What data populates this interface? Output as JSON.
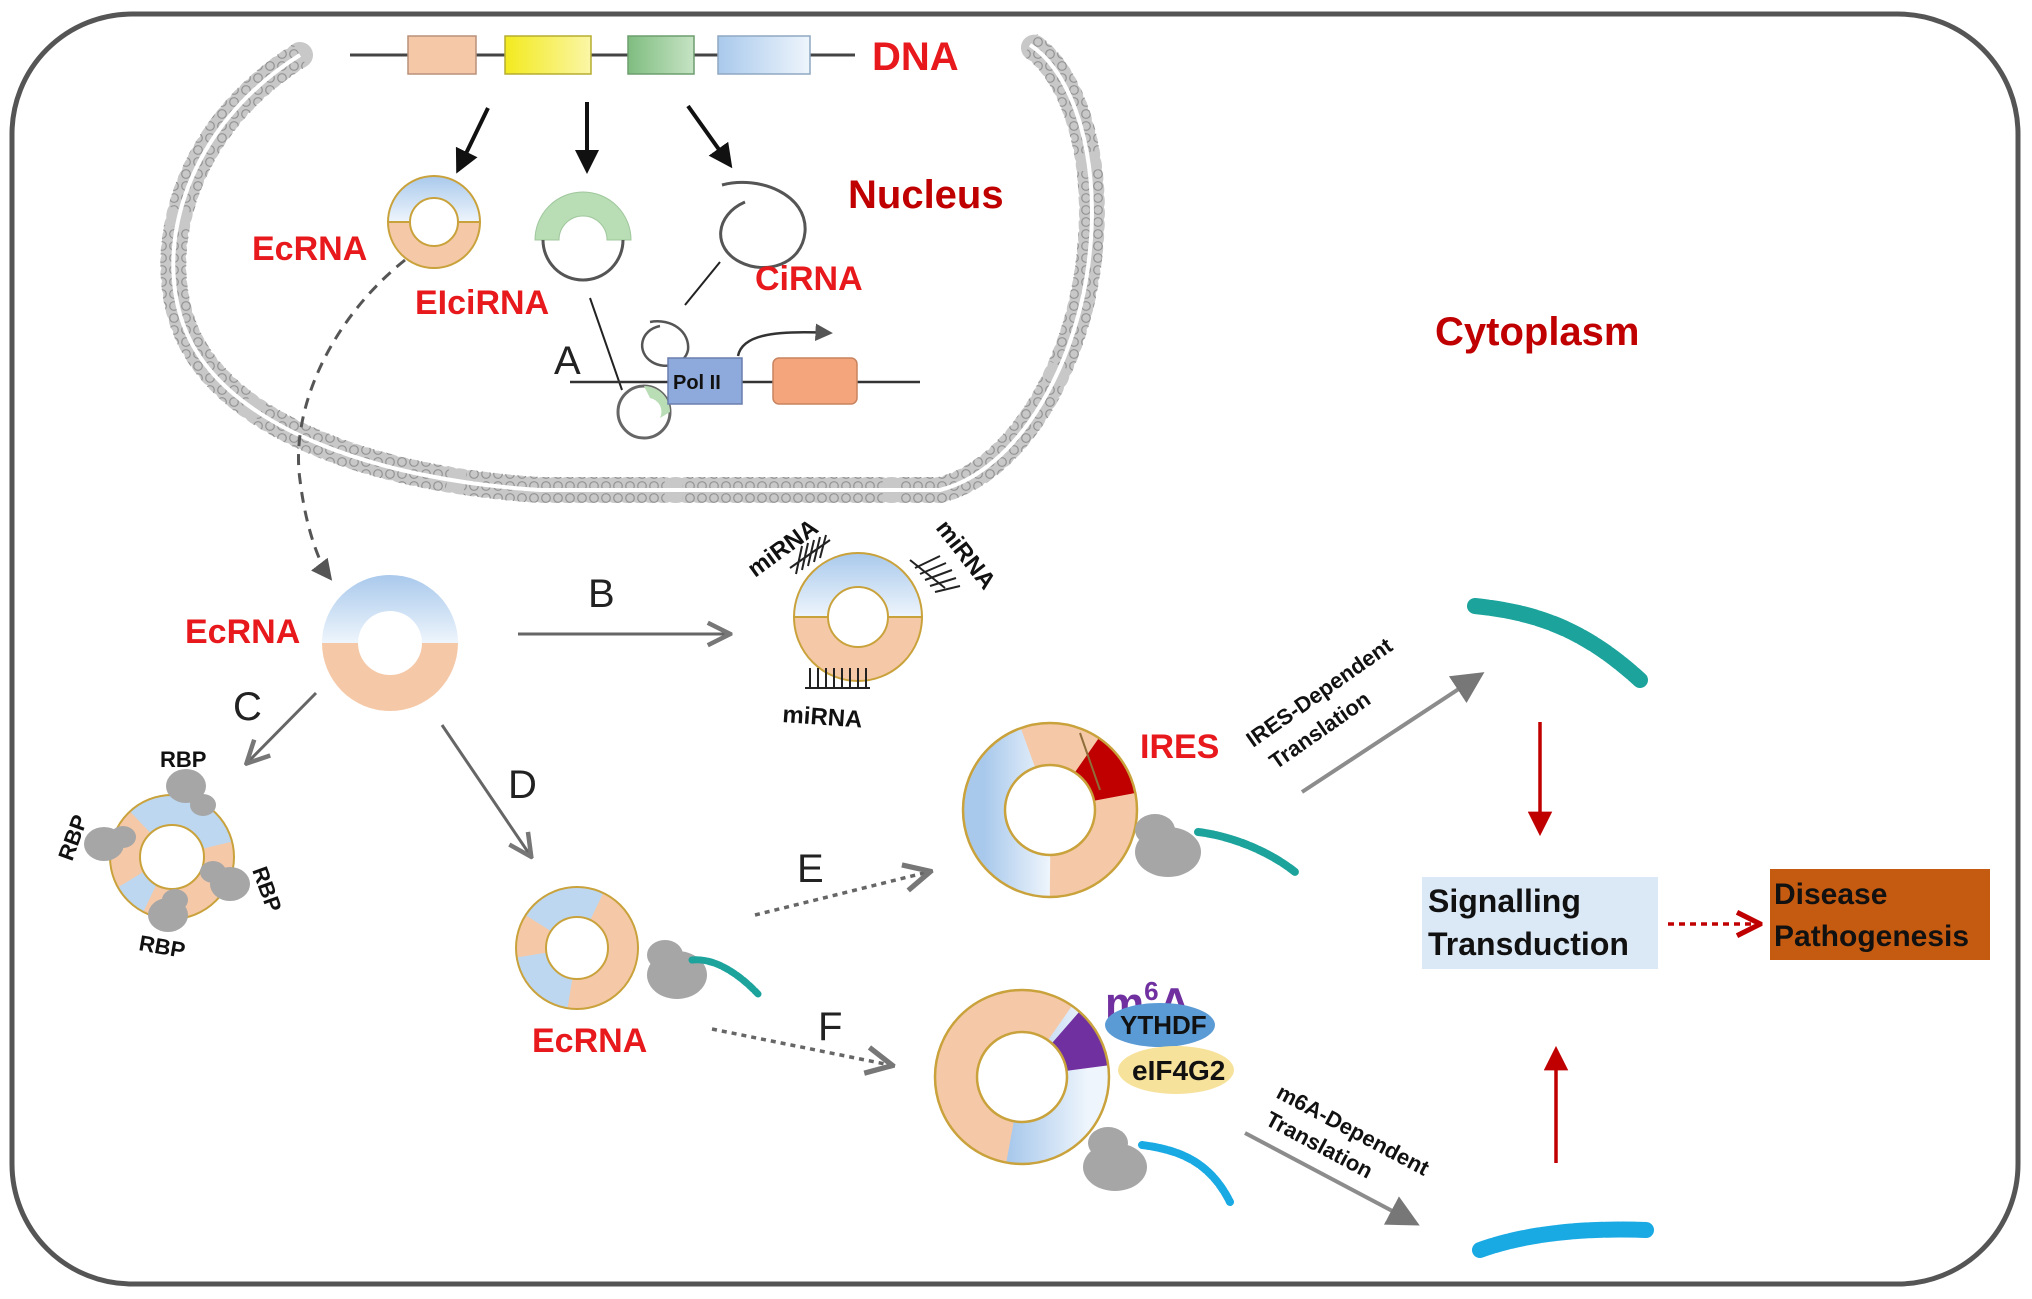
{
  "labels": {
    "dna": "DNA",
    "nucleus": "Nucleus",
    "cytoplasm": "Cytoplasm",
    "ecrna_nucleus": "EcRNA",
    "elcirna": "EIciRNA",
    "cirna": "CiRNA",
    "pol2": "Pol II",
    "ecrna_main": "EcRNA",
    "ecrna_lower": "EcRNA",
    "ires": "IRES",
    "m6a": "m",
    "m6a_sup": "6",
    "m6a_tail": "A",
    "ythdf": "YTHDF",
    "eif4g2": "eIF4G2",
    "signalling_line1": "Signalling",
    "signalling_line2": "Transduction",
    "disease_line1": "Disease",
    "disease_line2": "Pathogenesis"
  },
  "step_letters": {
    "a": "A",
    "b": "B",
    "c": "C",
    "d": "D",
    "e": "E",
    "f": "F"
  },
  "mirna": [
    "miRNA",
    "miRNA",
    "miRNA"
  ],
  "rbp": [
    "RBP",
    "RBP",
    "RBP",
    "RBP"
  ],
  "translation": {
    "ires_line1": "IRES-Dependent",
    "ires_line2": "Translation",
    "m6a_line1": "m6A-Dependent",
    "m6a_line2": "Translation"
  },
  "colors": {
    "border": "#555555",
    "label_red": "#e8191c",
    "label_dark_red": "#c00000",
    "exon_orange": "#f5c9a8",
    "exon_yellow": "#f4ef5a",
    "exon_green": "#8fc490",
    "exon_blue": "#bcd7ef",
    "ires": "#c00000",
    "m6a_purple": "#7030a0",
    "ythdf_blue": "#5b9bd5",
    "eif4g2_yellow": "#f7e29b",
    "peptide_teal": "#1ba39c",
    "peptide_blue": "#19a9e3",
    "signalling_box": "#dbe8f5",
    "disease_box": "#c55a11"
  }
}
